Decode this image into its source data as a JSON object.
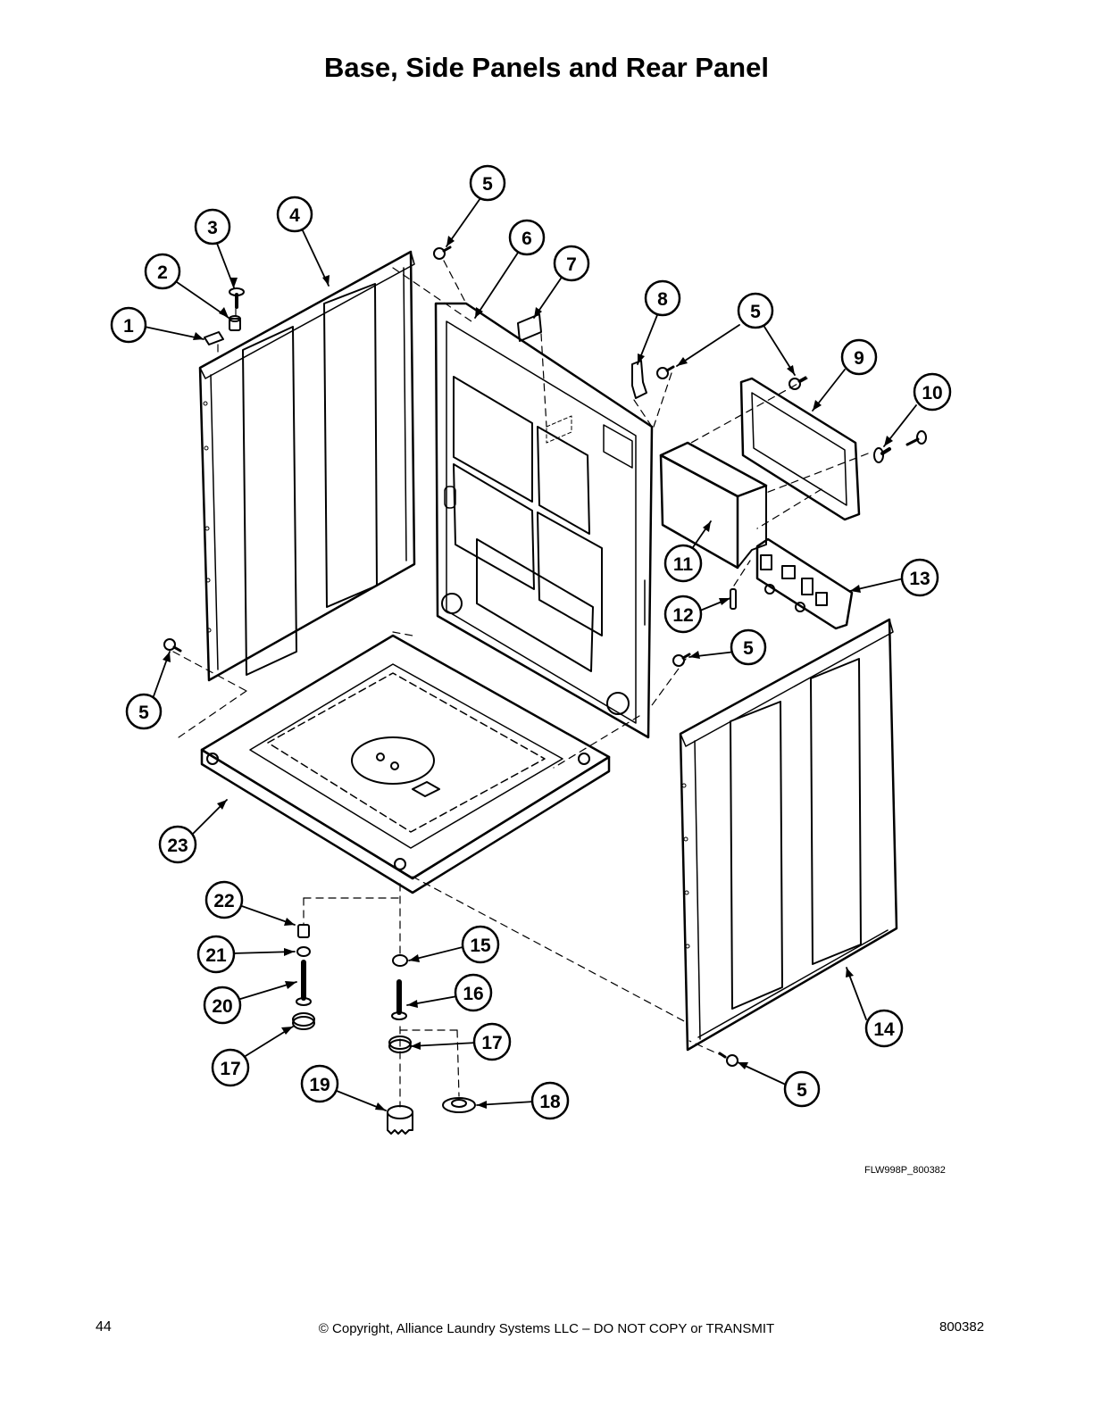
{
  "page": {
    "title": "Base, Side Panels and Rear Panel",
    "figure_id": "FLW998P_800382",
    "page_number": "44",
    "copyright": "© Copyright, Alliance Laundry Systems LLC – DO NOT COPY or TRANSMIT",
    "document_number": "800382"
  },
  "callouts": [
    {
      "key": "c1",
      "label": "1"
    },
    {
      "key": "c2",
      "label": "2"
    },
    {
      "key": "c3",
      "label": "3"
    },
    {
      "key": "c4",
      "label": "4"
    },
    {
      "key": "c5a",
      "label": "5"
    },
    {
      "key": "c6",
      "label": "6"
    },
    {
      "key": "c7",
      "label": "7"
    },
    {
      "key": "c8",
      "label": "8"
    },
    {
      "key": "c5b",
      "label": "5"
    },
    {
      "key": "c9",
      "label": "9"
    },
    {
      "key": "c10",
      "label": "10"
    },
    {
      "key": "c11",
      "label": "11"
    },
    {
      "key": "c13",
      "label": "13"
    },
    {
      "key": "c12",
      "label": "12"
    },
    {
      "key": "c5c",
      "label": "5"
    },
    {
      "key": "c5d",
      "label": "5"
    },
    {
      "key": "c23",
      "label": "23"
    },
    {
      "key": "c22",
      "label": "22"
    },
    {
      "key": "c21",
      "label": "21"
    },
    {
      "key": "c20",
      "label": "20"
    },
    {
      "key": "c17a",
      "label": "17"
    },
    {
      "key": "c15",
      "label": "15"
    },
    {
      "key": "c16",
      "label": "16"
    },
    {
      "key": "c17b",
      "label": "17"
    },
    {
      "key": "c19",
      "label": "19"
    },
    {
      "key": "c18",
      "label": "18"
    },
    {
      "key": "c14",
      "label": "14"
    },
    {
      "key": "c5e",
      "label": "5"
    }
  ]
}
